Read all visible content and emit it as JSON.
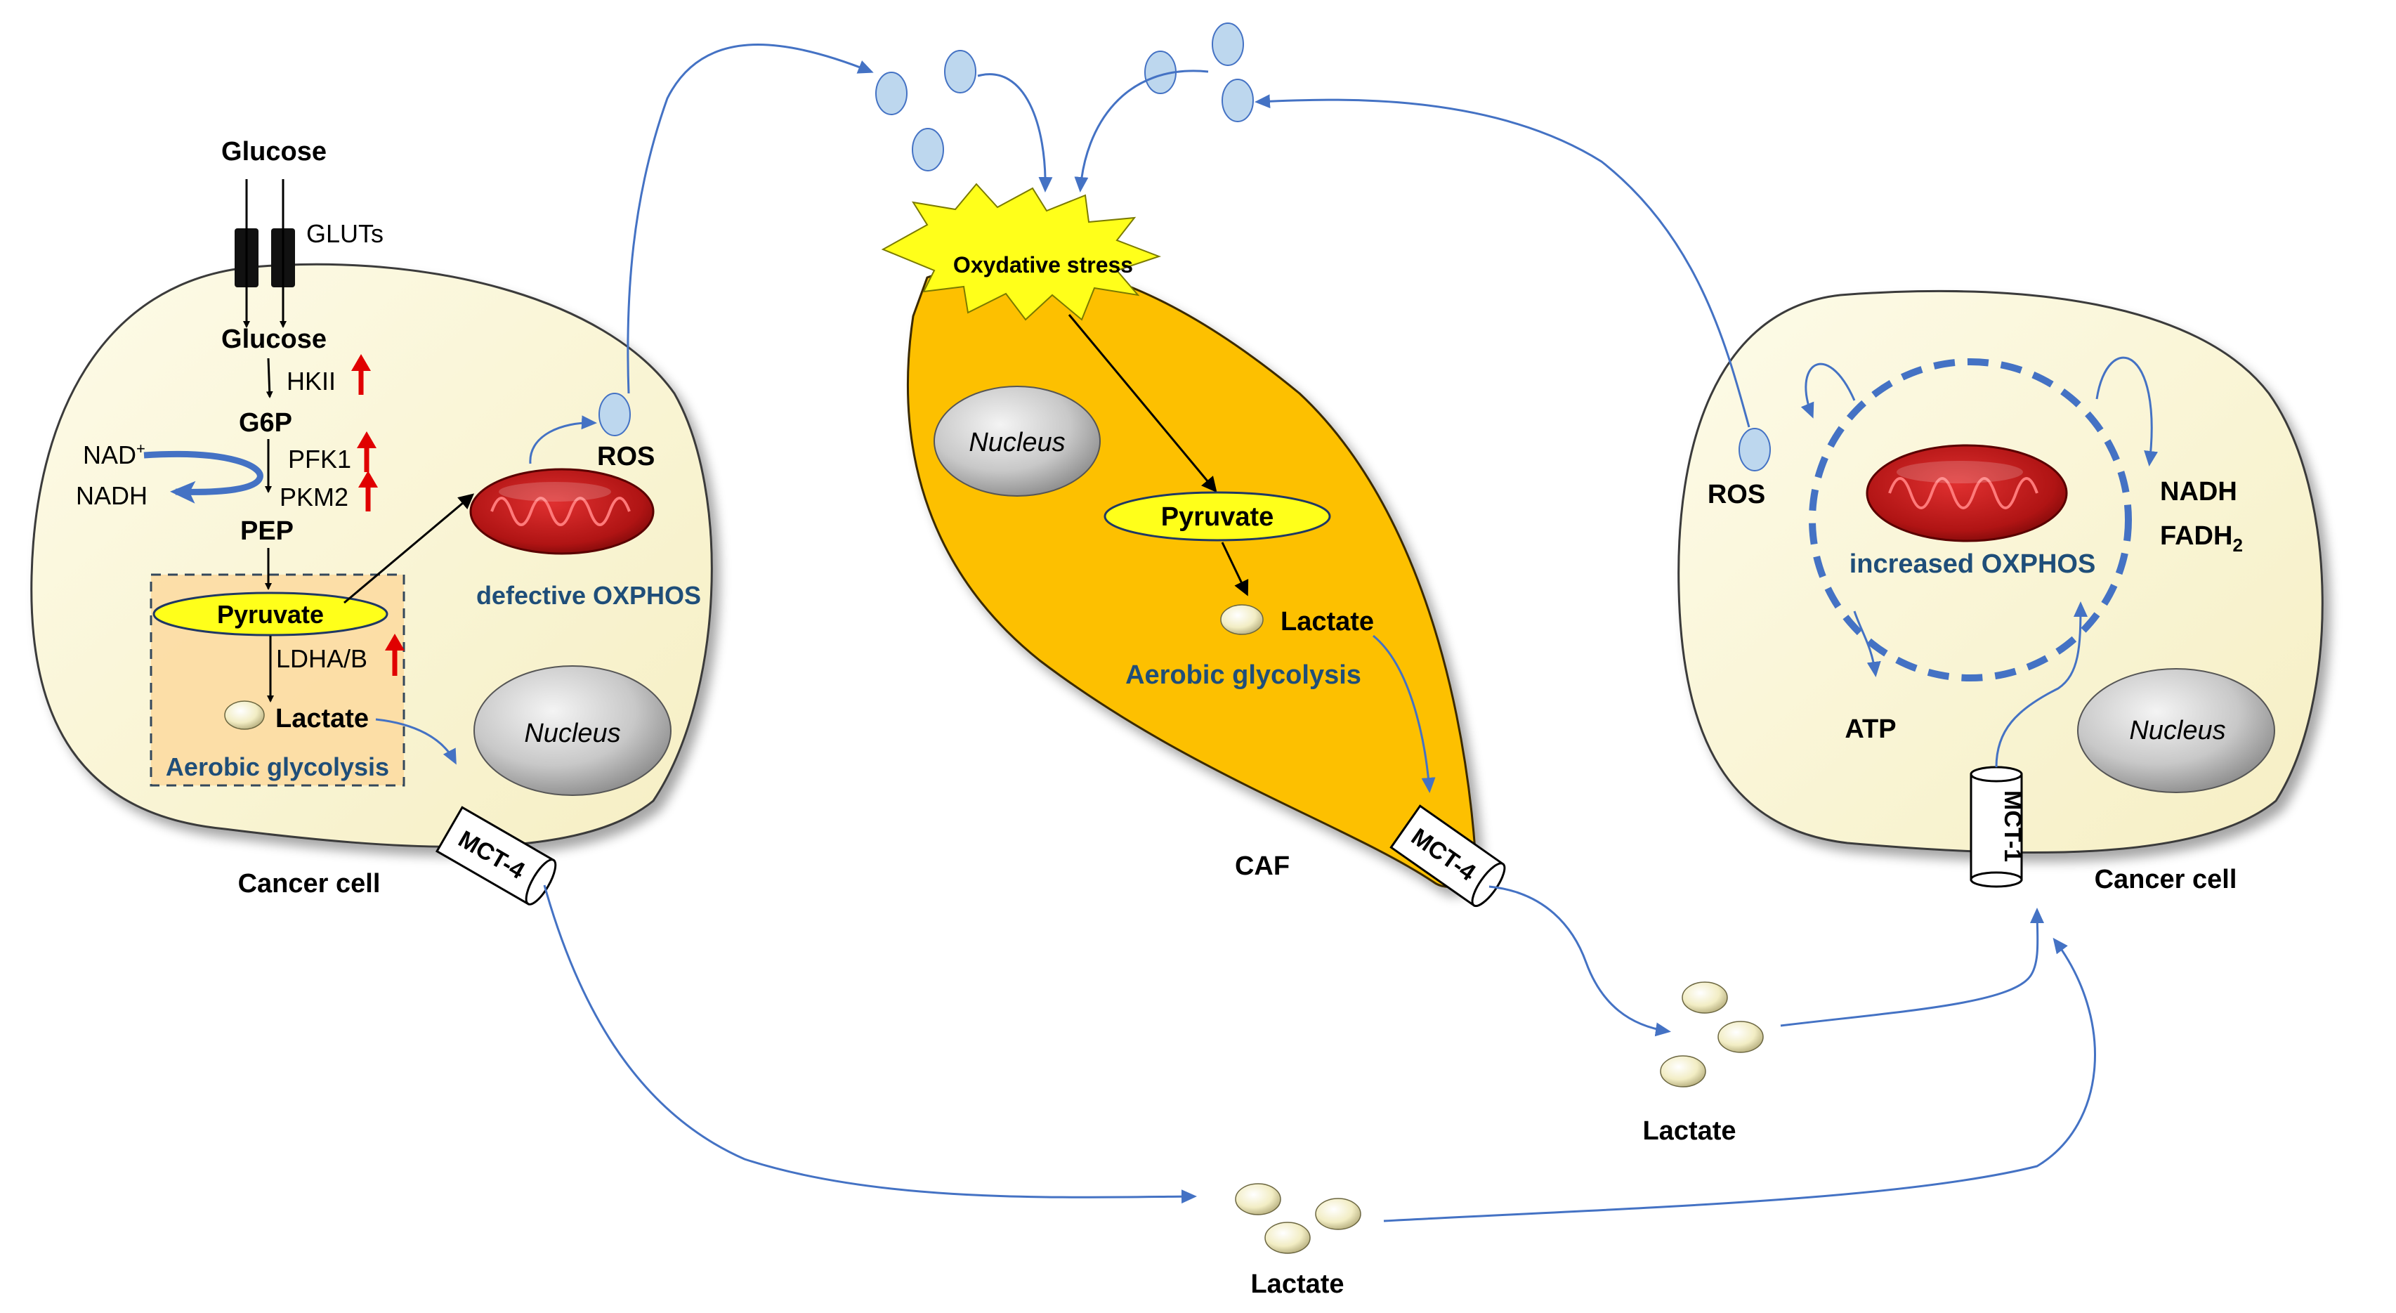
{
  "left_cell": {
    "glucose_outside": "Glucose",
    "gluts": "GLUTs",
    "glucose_inside": "Glucose",
    "hkii": "HKII",
    "g6p": "G6P",
    "nad": "NAD",
    "nad_sup": "+",
    "nadh": "NADH",
    "pfk1": "PFK1",
    "pkm2": "PKM2",
    "pep": "PEP",
    "pyruvate": "Pyruvate",
    "ldha": "LDHA/B",
    "lactate": "Lactate",
    "aerobic": "Aerobic glycolysis",
    "ros": "ROS",
    "defective": "defective OXPHOS",
    "nucleus": "Nucleus",
    "mct": "MCT-4",
    "label": "Cancer cell"
  },
  "caf": {
    "stress": "Oxydative stress",
    "nucleus": "Nucleus",
    "pyruvate": "Pyruvate",
    "lactate": "Lactate",
    "aerobic": "Aerobic glycolysis",
    "mct": "MCT-4",
    "label": "CAF"
  },
  "right_cell": {
    "ros": "ROS",
    "nadh": "NADH",
    "fadh": "FADH",
    "fadh_sub": "2",
    "increased": "increased OXPHOS",
    "atp": "ATP",
    "nucleus": "Nucleus",
    "mct": "MCT-1",
    "label": "Cancer cell"
  },
  "extracellular": {
    "lactate_middle": "Lactate",
    "lactate_bottom": "Lactate"
  },
  "colors": {
    "cell_fill": "#fbf6d2",
    "caf_fill": "#fdc000",
    "arrow_blue": "#4472c4",
    "up_arrow_red": "#e00000",
    "ros_fill": "#bdd7ee",
    "label_blue": "#1f4e79"
  }
}
